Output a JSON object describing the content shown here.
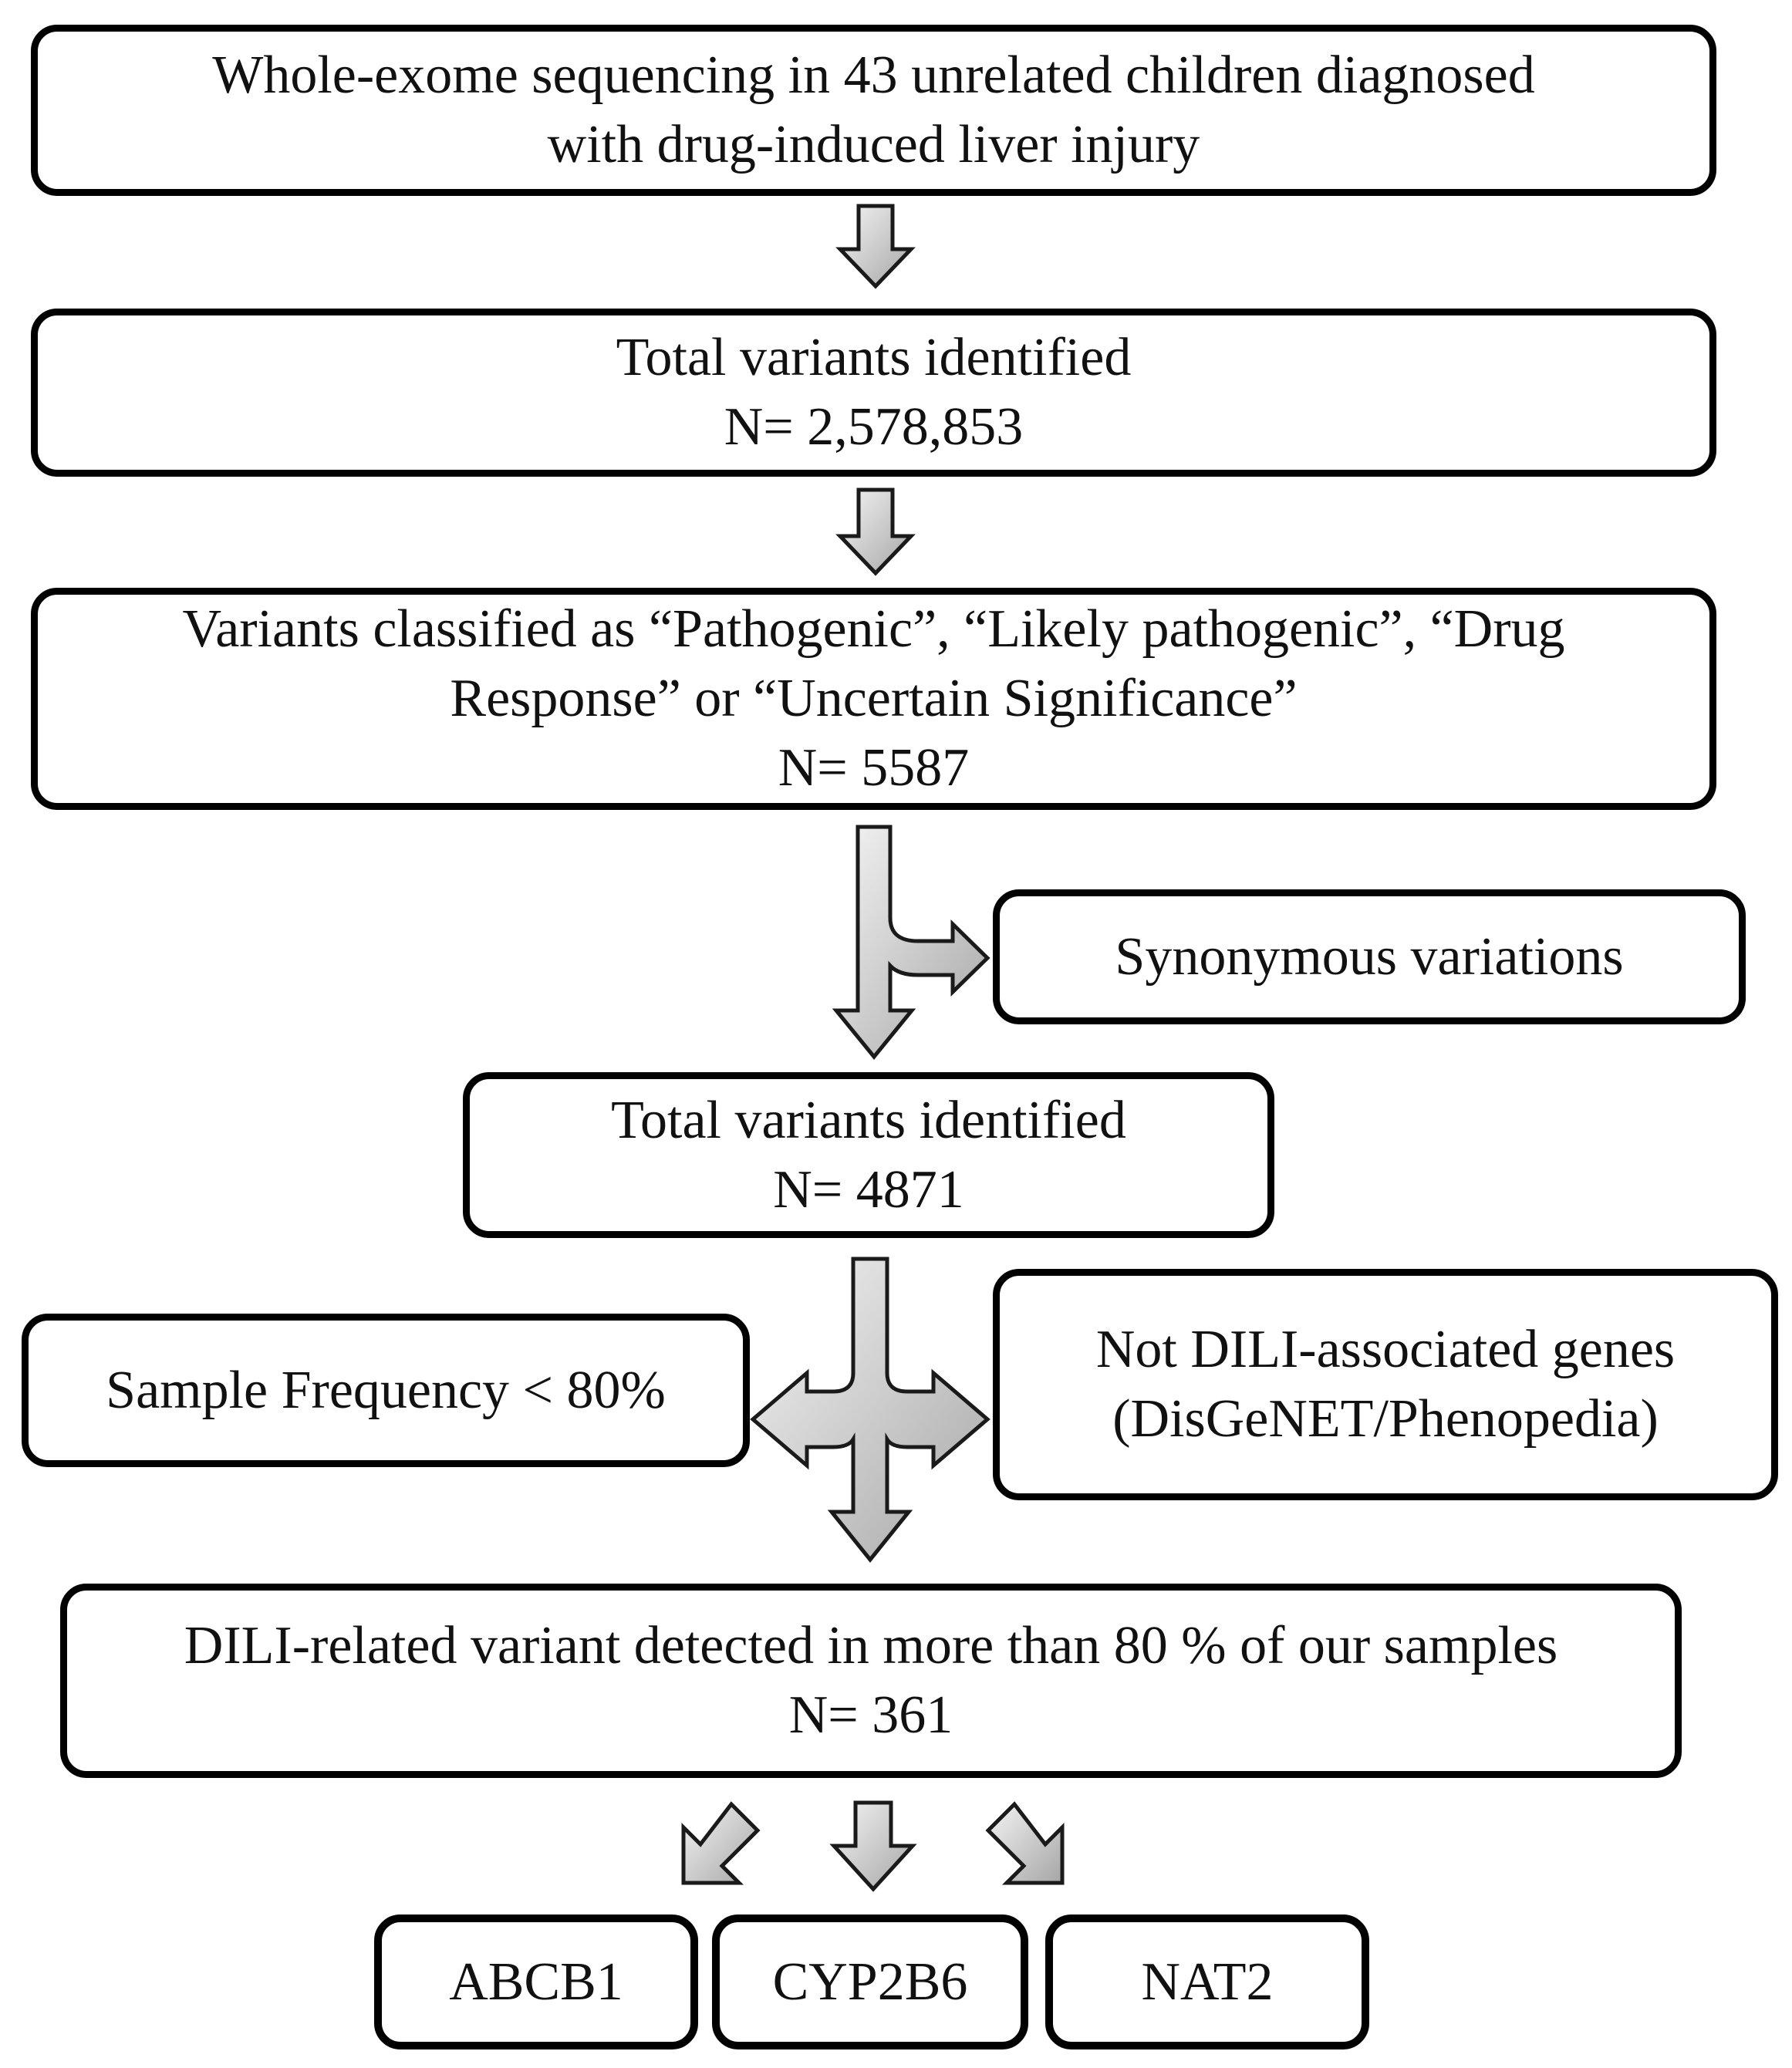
{
  "flowchart": {
    "step1": {
      "line1": "Whole-exome sequencing in 43 unrelated children diagnosed",
      "line2": "with drug-induced liver injury"
    },
    "step2": {
      "line1": "Total variants identified",
      "line2": "N= 2,578,853"
    },
    "step3": {
      "line1": "Variants classified as “Pathogenic”, “Likely pathogenic”, “Drug",
      "line2": "Response” or “Uncertain Significance”",
      "line3": "N= 5587"
    },
    "exclusion1": {
      "label": "Synonymous  variations"
    },
    "step4": {
      "line1": "Total variants identified",
      "line2": "N= 4871"
    },
    "exclusion2": {
      "label": "Sample Frequency < 80%"
    },
    "exclusion3": {
      "line1": "Not DILI-associated  genes",
      "line2": "(DisGeNET/Phenopedia)"
    },
    "step5": {
      "line1": "DILI-related  variant detected in more than 80 % of our samples",
      "line2": "N= 361"
    },
    "genes": [
      "ABCB1",
      "CYP2B6",
      "NAT2"
    ]
  },
  "colors": {
    "border": "#000000",
    "arrow_fill_light": "#f2f2f2",
    "arrow_fill_dark": "#9a9a9a"
  }
}
